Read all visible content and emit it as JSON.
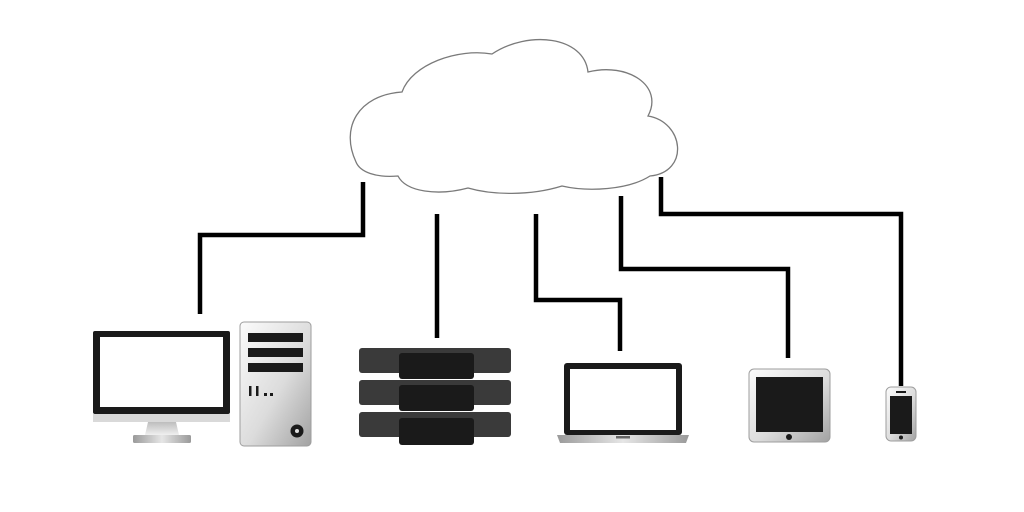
{
  "diagram": {
    "central_node": {
      "icon": "cloud-icon"
    },
    "devices": [
      {
        "id": "desktop-monitor",
        "icon": "monitor-icon"
      },
      {
        "id": "desktop-tower",
        "icon": "tower-pc-icon"
      },
      {
        "id": "server-rack",
        "icon": "server-rack-icon"
      },
      {
        "id": "laptop",
        "icon": "laptop-icon"
      },
      {
        "id": "tablet",
        "icon": "tablet-icon"
      },
      {
        "id": "smartphone",
        "icon": "smartphone-icon"
      }
    ],
    "connections": [
      {
        "from": "cloud",
        "to": "desktop-monitor"
      },
      {
        "from": "cloud",
        "to": "server-rack"
      },
      {
        "from": "cloud",
        "to": "laptop"
      },
      {
        "from": "cloud",
        "to": "tablet"
      },
      {
        "from": "cloud",
        "to": "smartphone"
      }
    ]
  },
  "colors": {
    "line": "#000000",
    "cloud_fill": "#ffffff",
    "cloud_stroke": "#7a7a7a",
    "device_dark": "#1a1a1a",
    "server_block": "#3a3a3a",
    "screen_white": "#ffffff",
    "silver_light": "#f2f2f2",
    "silver_dark": "#a8a8a8"
  }
}
